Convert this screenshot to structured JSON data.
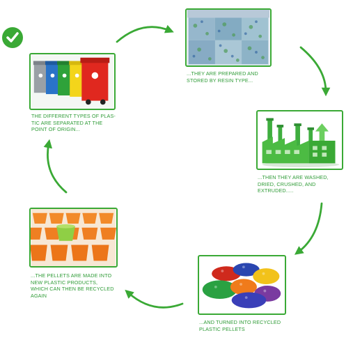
{
  "steps": [
    {
      "id": "bins",
      "caption": "THE  DIFFERENT TYPES OF PLAS-\nTIC ARE SEPARATED AT THE\nPOINT OF ORIGIN..."
    },
    {
      "id": "bales",
      "caption": "...THEY ARE PREPARED AND\nSTORED BY RESIN TYPE..."
    },
    {
      "id": "factory",
      "caption": "...THEN THEY ARE WASHED,\nDRIED, CRUSHED, AND\nEXTRUDED....."
    },
    {
      "id": "pellets",
      "caption": "...AND TURNED INTO RECYCLED\nPLASTIC PELLETS"
    },
    {
      "id": "pots",
      "caption": "...THE PELLETS ARE MADE INTO\nNEW PLASTIC PRODUCTS,\nWHICH  CAN THEN BE RECYCLED\nAGAIN"
    }
  ],
  "colors": {
    "accent": "#3aa935",
    "text": "#2e9b36"
  },
  "icons": {
    "logo": "check-circle-icon",
    "bins": "recycling-bins-image",
    "bales": "plastic-bottle-bales-image",
    "factory": "factory-image",
    "pellets": "plastic-pellets-image",
    "pots": "plastic-pots-image"
  }
}
